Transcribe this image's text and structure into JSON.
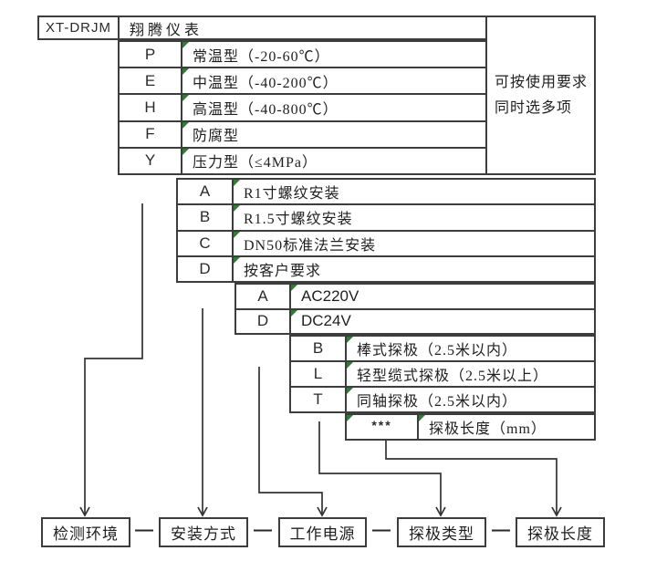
{
  "header": {
    "model": "XT-DRJM",
    "brand": "翔腾仪表"
  },
  "note": {
    "line1": "可按使用要求",
    "line2": "同时选多项"
  },
  "environment": {
    "rows": [
      {
        "code": "P",
        "desc": "常温型（-20-60℃）"
      },
      {
        "code": "E",
        "desc": "中温型（-40-200℃）"
      },
      {
        "code": "H",
        "desc": "高温型（-40-800℃）"
      },
      {
        "code": "F",
        "desc": "防腐型"
      },
      {
        "code": "Y",
        "desc": "压力型（≤4MPa）"
      }
    ]
  },
  "installation": {
    "rows": [
      {
        "code": "A",
        "desc": "R1寸螺纹安装"
      },
      {
        "code": "B",
        "desc": "R1.5寸螺纹安装"
      },
      {
        "code": "C",
        "desc": "DN50标准法兰安装"
      },
      {
        "code": "D",
        "desc": "按客户要求"
      }
    ]
  },
  "power": {
    "rows": [
      {
        "code": "A",
        "desc": "AC220V"
      },
      {
        "code": "D",
        "desc": "DC24V"
      }
    ]
  },
  "probe": {
    "rows": [
      {
        "code": "B",
        "desc": "棒式探极（2.5米以内）"
      },
      {
        "code": "L",
        "desc": "轻型缆式探极（2.5米以上）"
      },
      {
        "code": "T",
        "desc": "同轴探极（2.5米以内）"
      }
    ]
  },
  "length": {
    "code": "***",
    "desc": "探极长度（mm）"
  },
  "legend": {
    "separator": "—",
    "items": [
      {
        "label": "检测环境"
      },
      {
        "label": "安装方式"
      },
      {
        "label": "工作电源"
      },
      {
        "label": "探极类型"
      },
      {
        "label": "探极长度"
      }
    ]
  },
  "colors": {
    "line": "#3d3d3d",
    "corner_mark": "#2e7d32",
    "background": "#ffffff"
  }
}
